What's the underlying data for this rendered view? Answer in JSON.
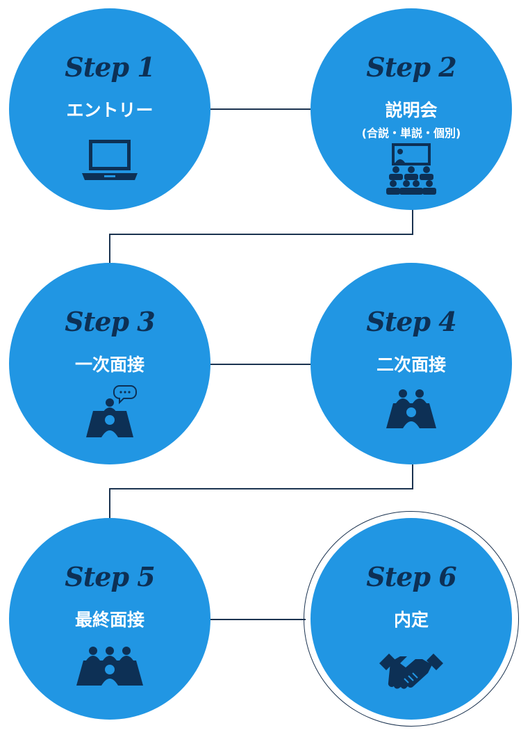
{
  "flow": {
    "steps": [
      {
        "label": "Step 1",
        "title": "エントリー",
        "subtitle": "",
        "icon": "laptop-icon"
      },
      {
        "label": "Step 2",
        "title": "説明会",
        "subtitle": "(合説・単説・個別)",
        "icon": "presentation-audience-icon"
      },
      {
        "label": "Step 3",
        "title": "一次面接",
        "subtitle": "",
        "icon": "one-on-one-interview-icon"
      },
      {
        "label": "Step 4",
        "title": "二次面接",
        "subtitle": "",
        "icon": "two-interviewers-icon"
      },
      {
        "label": "Step 5",
        "title": "最終面接",
        "subtitle": "",
        "icon": "panel-interview-icon"
      },
      {
        "label": "Step 6",
        "title": "内定",
        "subtitle": "",
        "icon": "handshake-icon"
      }
    ],
    "colors": {
      "circle": "#2196e3",
      "step_label": "#0d3055",
      "icon": "#0d3055",
      "connector": "#1b3350",
      "text": "#ffffff"
    }
  }
}
